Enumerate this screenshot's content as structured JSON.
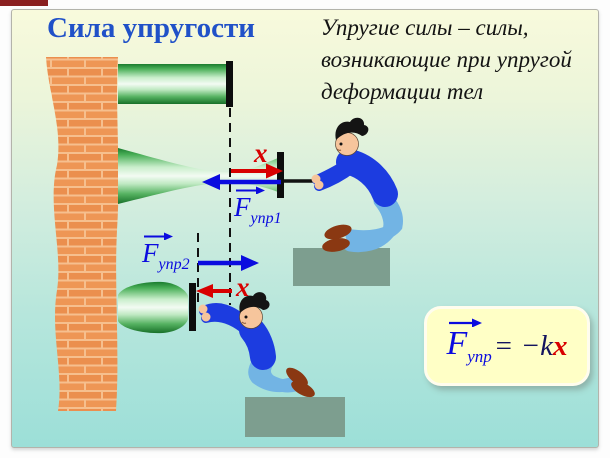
{
  "slide": {
    "title": "Сила упругости",
    "definition_lines": {
      "line1": "Упругие силы – силы,",
      "line2": "возникающие при упругой",
      "line3": "деформации тел"
    },
    "labels": {
      "f1_symbol": "F",
      "f1_subscript": "упр1",
      "f2_symbol": "F",
      "f2_subscript": "упр2",
      "x_stretch": "x",
      "x_compress": "x"
    },
    "formula": {
      "symbol": "F",
      "subscript": "упр",
      "rhs": "= −k",
      "x": "x"
    },
    "colors": {
      "title_blue": "#2051c8",
      "vector_blue": "#0b0bdf",
      "displacement_red": "#d80000",
      "formula_dark": "#14145e",
      "formula_bg": "#ffffc6",
      "brick_orange": "#eb8f4e",
      "platform_gray_green": "#7d9e8f",
      "rod_green": "#2e9a42"
    }
  }
}
